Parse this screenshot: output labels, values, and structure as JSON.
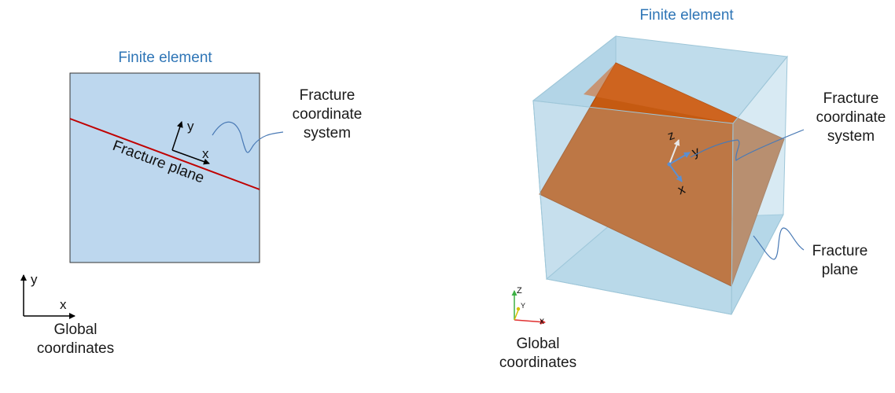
{
  "left_panel": {
    "title": "Finite element",
    "fracture_plane_label": "Fracture plane",
    "local_axis_x": "x",
    "local_axis_y": "y",
    "fracture_cs_label": [
      "Fracture",
      "coordinate",
      "system"
    ],
    "global_axis_x": "x",
    "global_axis_y": "y",
    "global_label": [
      "Global",
      "coordinates"
    ]
  },
  "right_panel": {
    "title": "Finite element",
    "local_axis_x": "x",
    "local_axis_y": "y",
    "local_axis_z": "z",
    "fracture_cs_label": [
      "Fracture",
      "coordinate",
      "system"
    ],
    "fracture_plane_label": [
      "Fracture",
      "plane"
    ],
    "global_axis_x": "x",
    "global_axis_y": "Y",
    "global_axis_z": "Z",
    "global_label": [
      "Global",
      "coordinates"
    ]
  },
  "colors": {
    "title_blue": "#2e75b6",
    "element_fill": "#bdd7ee",
    "fracture_line": "#c00000",
    "fracture_plane": "#c55a11",
    "cube_face": "#a9d0e4",
    "global_x": "#e03030",
    "global_z": "#3cb043",
    "global_y": "#d4c000"
  }
}
